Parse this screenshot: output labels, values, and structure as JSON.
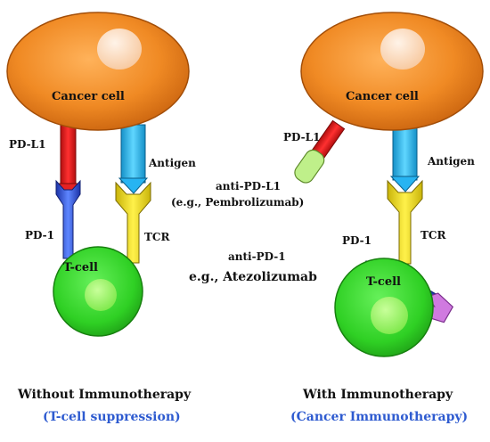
{
  "colors": {
    "cancer_cell": "#F08A24",
    "t_cell": "#38D62E",
    "pd_l1": "#E52222",
    "pd_1": "#2F55D8",
    "antigen": "#27B4F2",
    "tcr": "#F2E21D",
    "anti_pd_l1": "#BFF08A",
    "anti_pd_1": "#D07AE0",
    "caption_blue": "#2E5BD0",
    "caption_black": "#111111"
  },
  "left_panel": {
    "cancer_cell_label": "Cancer cell",
    "t_cell_label": "T-cell",
    "pd_l1_label": "PD-L1",
    "pd_1_label": "PD-1",
    "antigen_label": "Antigen",
    "tcr_label": "TCR",
    "caption_title": "Without Immunotherapy",
    "caption_subtitle": "(T-cell suppression)"
  },
  "right_panel": {
    "cancer_cell_label": "Cancer cell",
    "t_cell_label": "T-cell",
    "pd_l1_label": "PD-L1",
    "pd_1_label": "PD-1",
    "antigen_label": "Antigen",
    "tcr_label": "TCR",
    "anti_pd_l1_label": "anti-PD-L1",
    "anti_pd_l1_example": "(e.g., Pembrolizumab)",
    "anti_pd_1_label": "anti-PD-1",
    "anti_pd_1_example": "e.g., Atezolizumab",
    "caption_title": "With Immunotherapy",
    "caption_subtitle": "(Cancer Immunotherapy)"
  }
}
